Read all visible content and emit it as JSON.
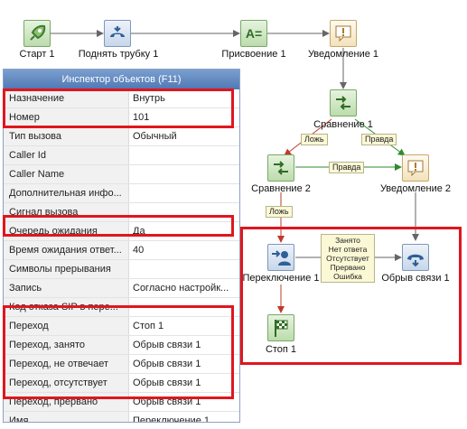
{
  "diagram": {
    "nodes": {
      "start": {
        "label": "Старт 1",
        "icon": "rocket-icon"
      },
      "pickup": {
        "label": "Поднять трубку 1",
        "icon": "phone-pickup-icon"
      },
      "assign": {
        "label": "Присвоение 1",
        "icon": "assign-icon",
        "icon_text": "A="
      },
      "notify1": {
        "label": "Уведомление 1",
        "icon": "notification-icon"
      },
      "compare1": {
        "label": "Сравнение 1",
        "icon": "compare-icon"
      },
      "compare2": {
        "label": "Сравнение 2",
        "icon": "compare-icon"
      },
      "notify2": {
        "label": "Уведомление 2",
        "icon": "notification-icon"
      },
      "transfer": {
        "label": "Переключение 1",
        "icon": "transfer-icon"
      },
      "hangup": {
        "label": "Обрыв связи 1",
        "icon": "hangup-icon"
      },
      "stop": {
        "label": "Стоп 1",
        "icon": "finish-flag-icon"
      }
    },
    "edge_labels": {
      "false1": "Ложь",
      "true1": "Правда",
      "true2": "Правда",
      "false2": "Ложь"
    },
    "transfer_conditions": [
      "Занято",
      "Нет ответа",
      "Отсутствует",
      "Прервано",
      "Ошибка"
    ]
  },
  "inspector": {
    "title": "Инспектор объектов (F11)",
    "rows": [
      {
        "name": "Назначение",
        "value": "Внутрь"
      },
      {
        "name": "Номер",
        "value": "101"
      },
      {
        "name": "Тип вызова",
        "value": "Обычный"
      },
      {
        "name": "Caller Id",
        "value": ""
      },
      {
        "name": "Caller Name",
        "value": ""
      },
      {
        "name": "Дополнительная инфо...",
        "value": ""
      },
      {
        "name": "Сигнал вызова",
        "value": ""
      },
      {
        "name": "Очередь ожидания",
        "value": "Да"
      },
      {
        "name": "Время ожидания ответ...",
        "value": "40"
      },
      {
        "name": "Символы прерывания",
        "value": ""
      },
      {
        "name": "Запись",
        "value": "Согласно настройк..."
      },
      {
        "name": "Код отказа SIP в пере...",
        "value": ""
      },
      {
        "name": "Переход",
        "value": "Стоп 1"
      },
      {
        "name": "Переход, занято",
        "value": "Обрыв связи 1"
      },
      {
        "name": "Переход, не отвечает",
        "value": "Обрыв связи 1"
      },
      {
        "name": "Переход, отсутствует",
        "value": "Обрыв связи 1"
      },
      {
        "name": "Переход, прервано",
        "value": "Обрыв связи 1"
      },
      {
        "name": "Имя",
        "value": "Переключение 1"
      }
    ]
  },
  "colors": {
    "highlight": "#e0161e",
    "flow_green": "#2e8b2e",
    "flow_red": "#c0392b",
    "flow_gray": "#777777"
  }
}
